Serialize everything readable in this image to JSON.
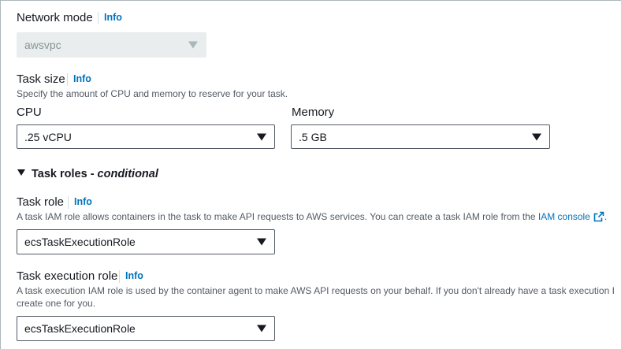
{
  "network_mode": {
    "label": "Network mode",
    "info": "Info",
    "value": "awsvpc"
  },
  "task_size": {
    "label": "Task size",
    "info": "Info",
    "description": "Specify the amount of CPU and memory to reserve for your task.",
    "cpu": {
      "label": "CPU",
      "value": ".25 vCPU"
    },
    "memory": {
      "label": "Memory",
      "value": ".5 GB"
    }
  },
  "task_roles": {
    "toggle_label": "Task roles - ",
    "toggle_conditional": "conditional",
    "task_role": {
      "label": "Task role",
      "info": "Info",
      "description": "A task IAM role allows containers in the task to make API requests to AWS services. You can create a task IAM role from the ",
      "link": "IAM console",
      "value": "ecsTaskExecutionRole"
    },
    "execution_role": {
      "label": "Task execution role",
      "info": "Info",
      "description_line1": "A task execution IAM role is used by the container agent to make AWS API requests on your behalf. If you don't already have a task execution I",
      "description_line2": "create one for you.",
      "value": "ecsTaskExecutionRole"
    }
  },
  "colors": {
    "link": "#0073bb",
    "text": "#16191f",
    "muted": "#545b64",
    "disabled_bg": "#eaeded"
  },
  "icons": {
    "caret": "caret-down-icon",
    "expand": "expanded-triangle-icon",
    "external": "external-link-icon"
  }
}
